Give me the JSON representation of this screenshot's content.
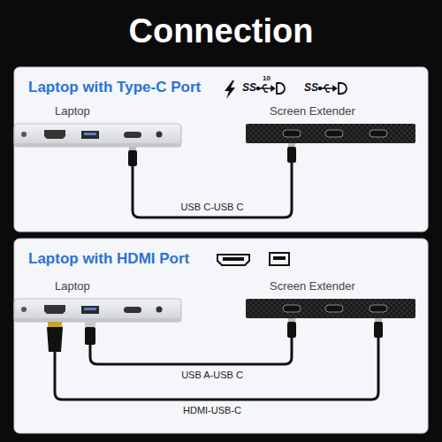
{
  "diagram": {
    "title": "Connection",
    "nodes": [
      {
        "text": [
          "Laptop with Type-C Port"
        ]
      },
      {
        "text": [
          "Laptop"
        ],
        "in": 0
      },
      {
        "text": [
          "Screen Extender"
        ],
        "in": 0
      },
      {
        "text": [
          "Laptop with HDMI Port"
        ]
      },
      {
        "text": [
          "Laptop"
        ],
        "in": 3
      },
      {
        "text": [
          "Screen Extender"
        ],
        "in": 3
      }
    ],
    "edges": [
      {
        "from": 1,
        "to": 2,
        "label": "USB C-USB C",
        "arrow": "none"
      },
      {
        "from": 4,
        "to": 5,
        "label": "USB A-USB C",
        "arrow": "none"
      },
      {
        "from": 4,
        "to": 5,
        "label": "HDMI-USB-C",
        "arrow": "none"
      }
    ],
    "labels": [
      "SS",
      "10",
      "SS"
    ]
  }
}
